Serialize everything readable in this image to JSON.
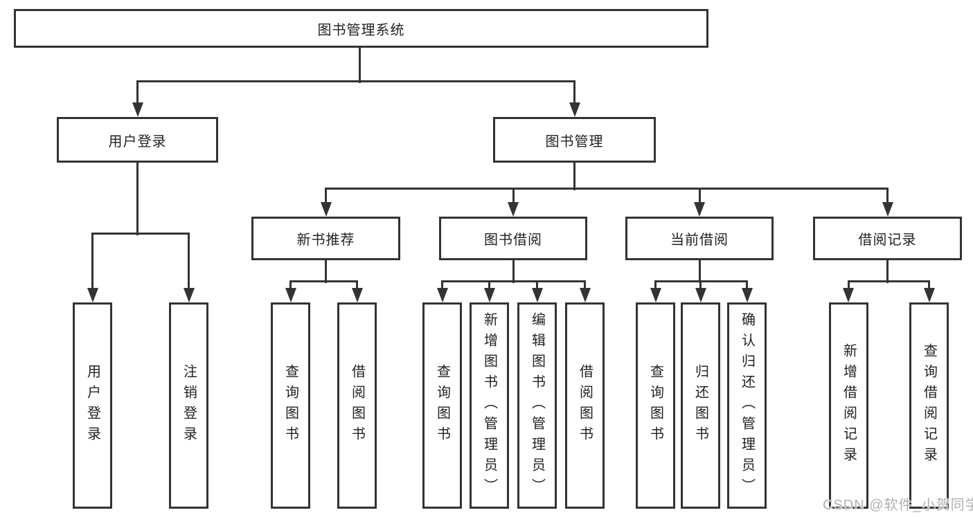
{
  "diagram": {
    "title_node": {
      "label": "图书管理系统"
    },
    "level2": [
      {
        "label": "用户登录"
      },
      {
        "label": "图书管理"
      }
    ],
    "level3": [
      {
        "label": "新书推荐"
      },
      {
        "label": "图书借阅"
      },
      {
        "label": "当前借阅"
      },
      {
        "label": "借阅记录"
      }
    ],
    "leaves": [
      {
        "parent": "用户登录",
        "label": "用户登录"
      },
      {
        "parent": "用户登录",
        "label": "注销登录"
      },
      {
        "parent": "新书推荐",
        "label": "查询图书"
      },
      {
        "parent": "新书推荐",
        "label": "借阅图书"
      },
      {
        "parent": "图书借阅",
        "label": "查询图书"
      },
      {
        "parent": "图书借阅",
        "label": "新增图书（管理员）"
      },
      {
        "parent": "图书借阅",
        "label": "编辑图书（管理员）"
      },
      {
        "parent": "图书借阅",
        "label": "借阅图书"
      },
      {
        "parent": "当前借阅",
        "label": "查询图书"
      },
      {
        "parent": "当前借阅",
        "label": "归还图书"
      },
      {
        "parent": "当前借阅",
        "label": "确认归还（管理员）"
      },
      {
        "parent": "借阅记录",
        "label": "新增借阅记录"
      },
      {
        "parent": "借阅记录",
        "label": "查询借阅记录"
      }
    ],
    "colors": {
      "line": "#333333",
      "text": "#222222",
      "background": "#ffffff"
    }
  },
  "watermark": {
    "text": "CSDN @软件_小贺同学",
    "color": "#b0b0b0"
  }
}
